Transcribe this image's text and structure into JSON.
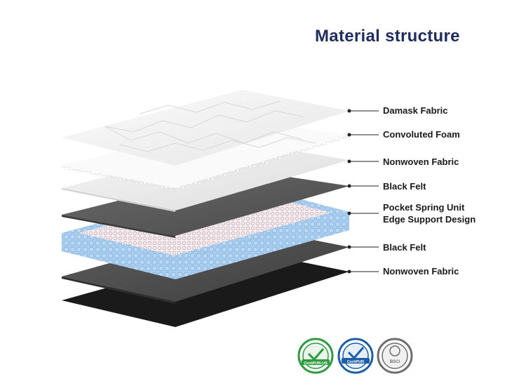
{
  "title": "Material structure",
  "layers": [
    {
      "name": "Damask Fabric"
    },
    {
      "name": "Convoluted Foam"
    },
    {
      "name": "Nonwoven Fabric"
    },
    {
      "name": "Black Felt"
    },
    {
      "name": "Pocket Spring Unit",
      "name2": "Edge Support Design"
    },
    {
      "name": "Black Felt"
    },
    {
      "name": "Nonwoven Fabric"
    }
  ],
  "certifications": [
    {
      "label": "CertiPUR-US",
      "color": "#2e9a3e"
    },
    {
      "label": "CertiPUR",
      "color": "#1c5fa8"
    },
    {
      "label": "BSCI",
      "color": "#6e6e6e"
    }
  ],
  "colors": {
    "title": "#1f2d5f",
    "spring_blue": "#a9cdee",
    "felt_dark": "#555555",
    "nonwoven_bottom": "#1a1a1a"
  }
}
